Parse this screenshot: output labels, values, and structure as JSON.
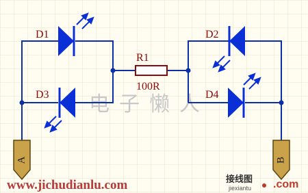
{
  "diagram": {
    "labels": {
      "d1": "D1",
      "d2": "D2",
      "d3": "D3",
      "d4": "D4",
      "r1": "R1",
      "r1_value": "100R",
      "terminal_a": "A",
      "terminal_b": "B"
    },
    "colors": {
      "wire": "#0b2fa5",
      "diode": "#0a2fd6",
      "label": "#8b0a0a",
      "terminal": "#c9a24a",
      "resistor_fill": "#ffffff",
      "resistor_stroke": "#8b0a0a",
      "grid": "#e9e3c8"
    }
  },
  "watermark": {
    "chinese": "电子懒人",
    "url": "www.jichudianlu.com",
    "site_cn": "接线图",
    "site_en": "jiexiantu",
    "site_com": ".com"
  }
}
